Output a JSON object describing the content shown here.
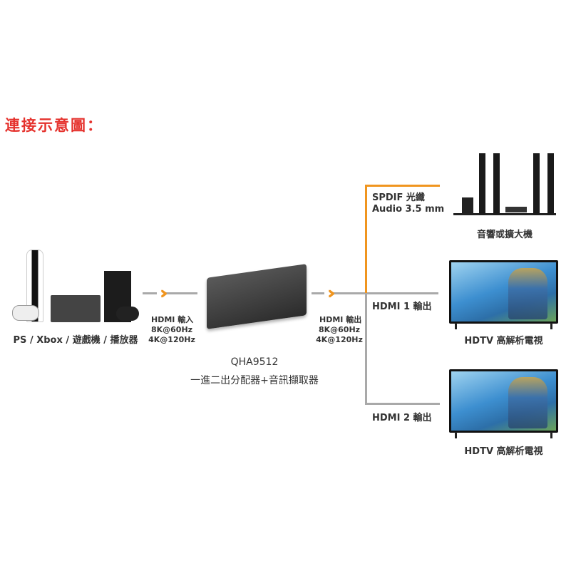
{
  "title": "連接示意圖：",
  "colors": {
    "title": "#e5322d",
    "orange": "#f0951f",
    "gray": "#a9a9a9"
  },
  "source": {
    "label": "PS / Xbox / 遊戲機 / 播放器"
  },
  "input": {
    "label": "HDMI 輸入",
    "spec1": "8K@60Hz",
    "spec2": "4K@120Hz"
  },
  "output": {
    "label": "HDMI 輸出",
    "spec1": "8K@60Hz",
    "spec2": "4K@120Hz"
  },
  "device": {
    "model": "QHA9512",
    "desc": "一進二出分配器+音訊擷取器"
  },
  "audio": {
    "line1": "SPDIF 光纖",
    "line2": "Audio 3.5 mm",
    "target": "音響或擴大機"
  },
  "hdmi1": {
    "label": "HDMI 1 輸出",
    "target": "HDTV 高解析電視"
  },
  "hdmi2": {
    "label": "HDMI 2 輸出",
    "target": "HDTV 高解析電視"
  }
}
